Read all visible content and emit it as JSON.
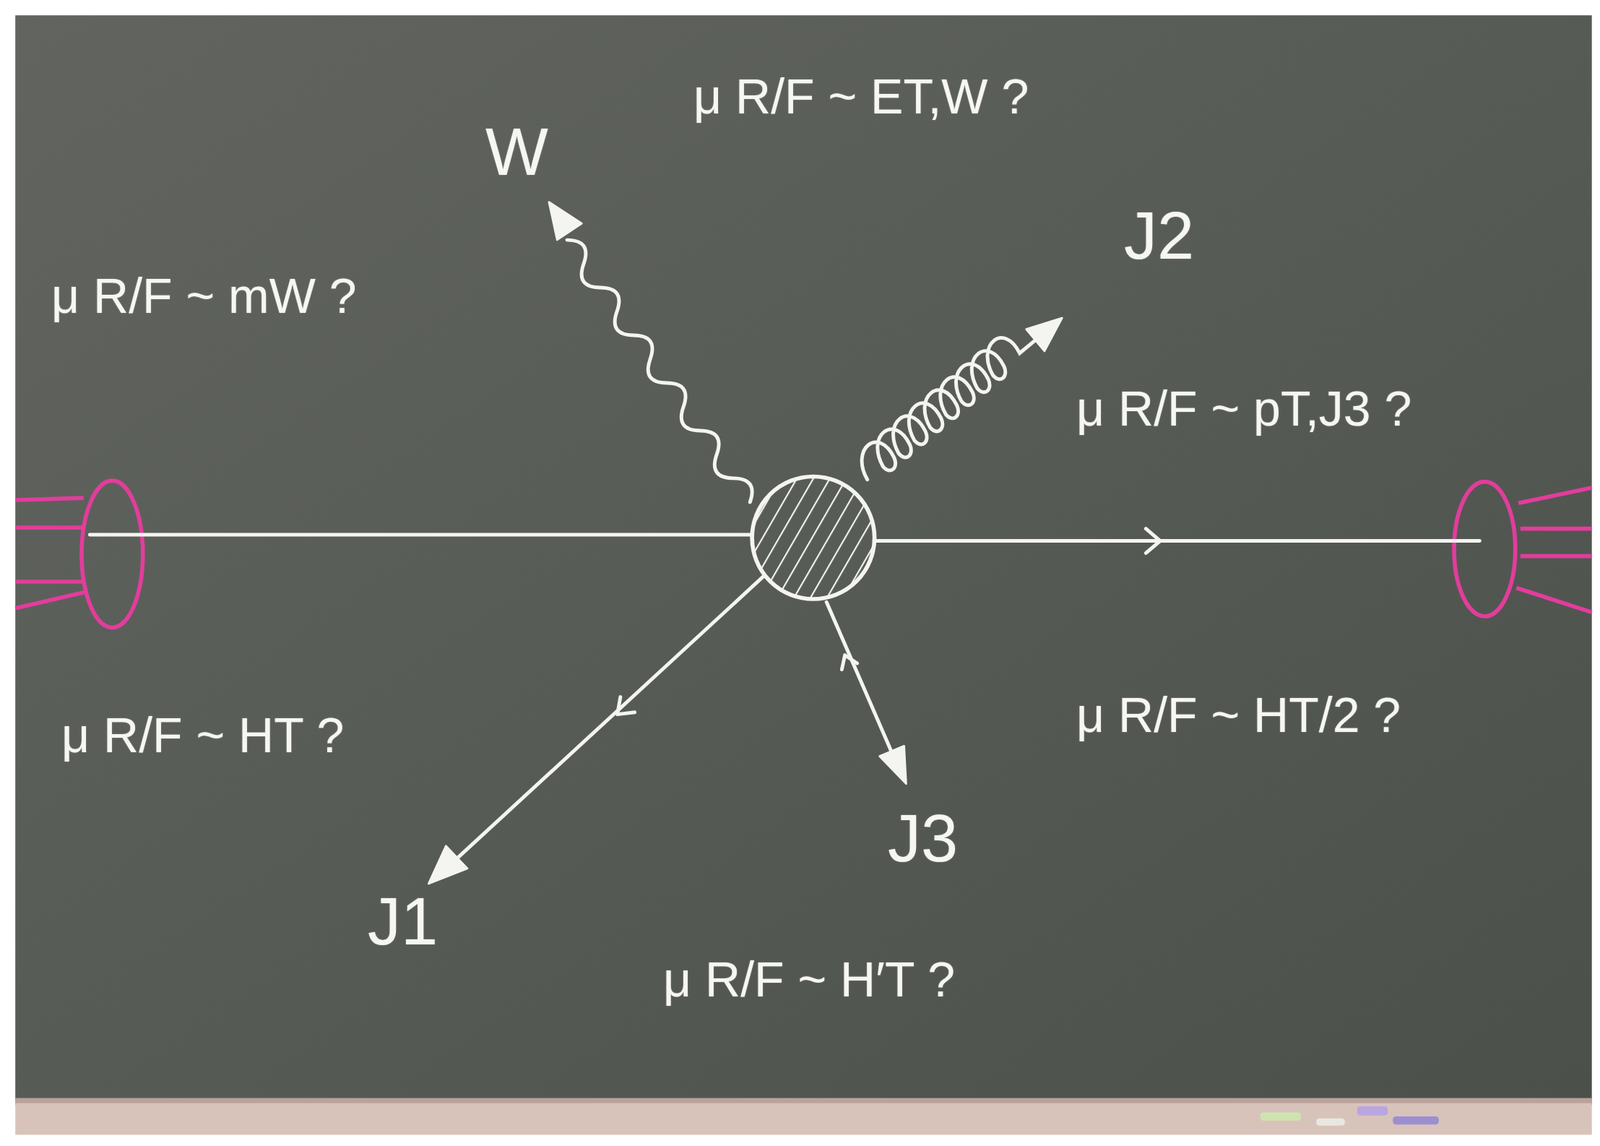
{
  "diagram": {
    "labels": [
      "μ R/F ~ ET,W ?",
      "W",
      "J2",
      "μ R/F ~ mW ?",
      "μ R/F ~ pT,J3 ?",
      "μ R/F ~ HT ?",
      "μ R/F ~ HT/2 ?",
      "J3",
      "J1",
      "μ R/F ~ H′T ?"
    ]
  }
}
